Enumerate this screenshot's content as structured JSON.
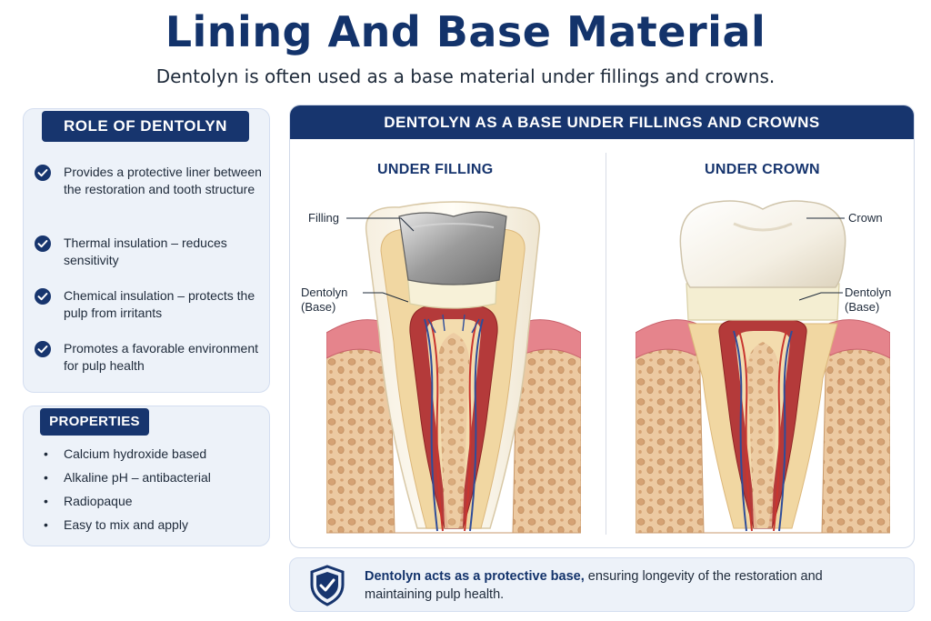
{
  "header": {
    "title": "Lining And Base Material",
    "subtitle": "Dentolyn is often used as a base material under fillings and crowns."
  },
  "role": {
    "heading": "ROLE OF DENTOLYN",
    "items": [
      "Provides a protective liner between the restoration and tooth structure",
      "Thermal insulation – reduces sensitivity",
      "Chemical insulation – protects the pulp from irritants",
      "Promotes a favorable environment for pulp health"
    ]
  },
  "properties": {
    "heading": "PROPERTIES",
    "items": [
      "Calcium hydroxide based",
      "Alkaline pH – antibacterial",
      "Radiopaque",
      "Easy to mix and apply"
    ]
  },
  "diagram": {
    "heading": "DENTOLYN AS A BASE UNDER FILLINGS AND CROWNS",
    "left": {
      "title": "UNDER FILLING",
      "label_top": "Filling",
      "label_base_1": "Dentolyn",
      "label_base_2": "(Base)"
    },
    "right": {
      "title": "UNDER CROWN",
      "label_top": "Crown",
      "label_base_1": "Dentolyn",
      "label_base_2": "(Base)"
    }
  },
  "footer": {
    "bold": "Dentolyn acts as a protective base,",
    "rest": " ensuring longevity of the restoration and maintaining pulp health."
  },
  "colors": {
    "navy": "#17356e",
    "card_bg": "#edf2f9",
    "gum": "#e5848c",
    "bone": "#e8c49c",
    "pulp": "#b43a3a"
  }
}
